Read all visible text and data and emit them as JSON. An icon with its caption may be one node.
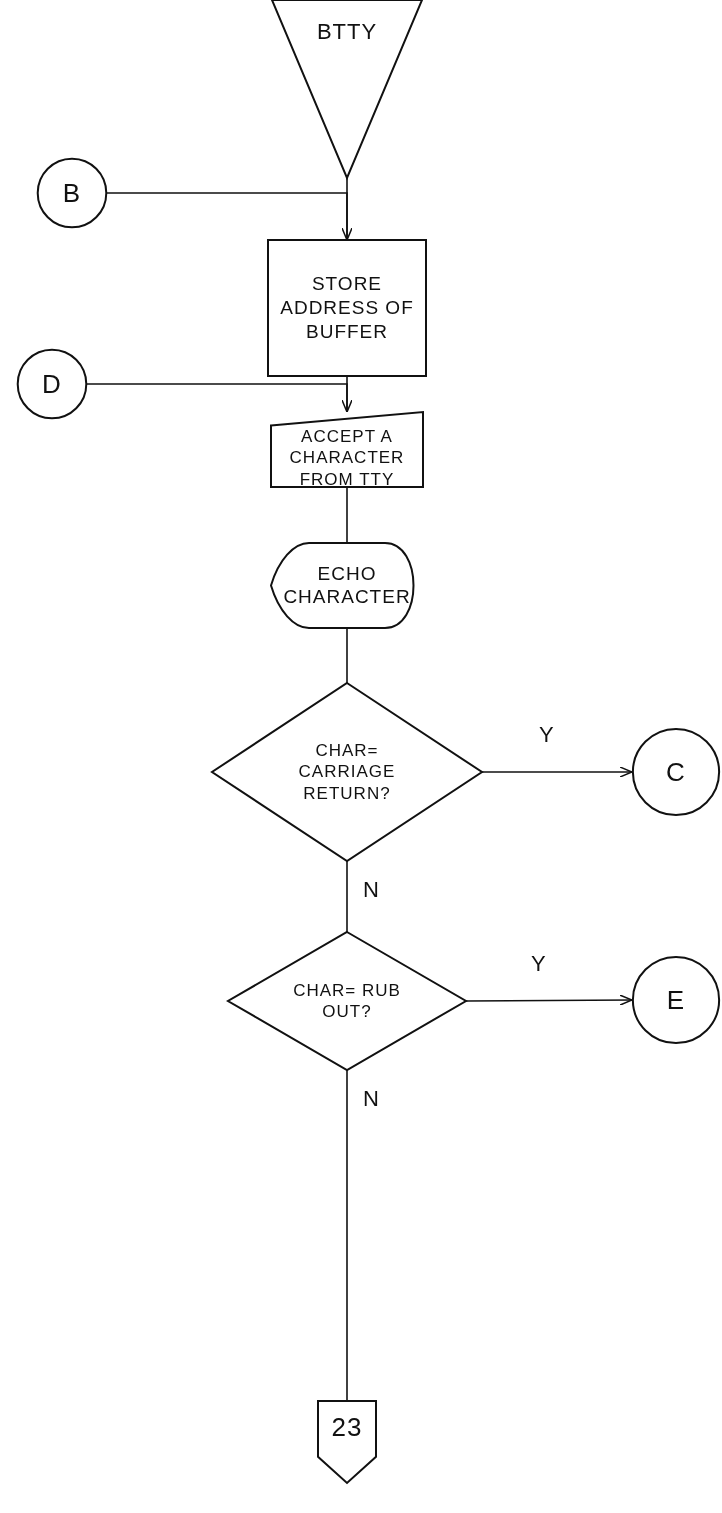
{
  "diagram": {
    "nodes": [
      {
        "text": [
          "BTTY"
        ]
      },
      {
        "text": [
          "B"
        ]
      },
      {
        "text": [
          "STORE ADDRESS OF BUFFER"
        ]
      },
      {
        "text": [
          "D"
        ]
      },
      {
        "text": [
          "ACCEPT A CHARACTER FROM TTY"
        ]
      },
      {
        "text": [
          "ECHO CHARACTER"
        ]
      },
      {
        "text": [
          "CHAR= CARRIAGE RETURN?"
        ]
      },
      {
        "text": [
          "C"
        ]
      },
      {
        "text": [
          "CHAR= RUB OUT?"
        ]
      },
      {
        "text": [
          "E"
        ]
      },
      {
        "text": [
          "23"
        ]
      }
    ],
    "edges": [
      {
        "from": 0,
        "to": 2,
        "arrow": "none"
      },
      {
        "from": 1,
        "to": 2,
        "arrow": "to"
      },
      {
        "from": 2,
        "to": 4,
        "arrow": "none"
      },
      {
        "from": 3,
        "to": 4,
        "arrow": "to"
      },
      {
        "from": 4,
        "to": 5,
        "arrow": "none"
      },
      {
        "from": 5,
        "to": 6,
        "arrow": "none"
      },
      {
        "from": 6,
        "to": 7,
        "arrow": "to",
        "label": "Y"
      },
      {
        "from": 6,
        "to": 8,
        "arrow": "none",
        "label": "N"
      },
      {
        "from": 8,
        "to": 9,
        "arrow": "to",
        "label": "Y"
      },
      {
        "from": 8,
        "to": 10,
        "arrow": "none",
        "label": "N"
      }
    ]
  }
}
